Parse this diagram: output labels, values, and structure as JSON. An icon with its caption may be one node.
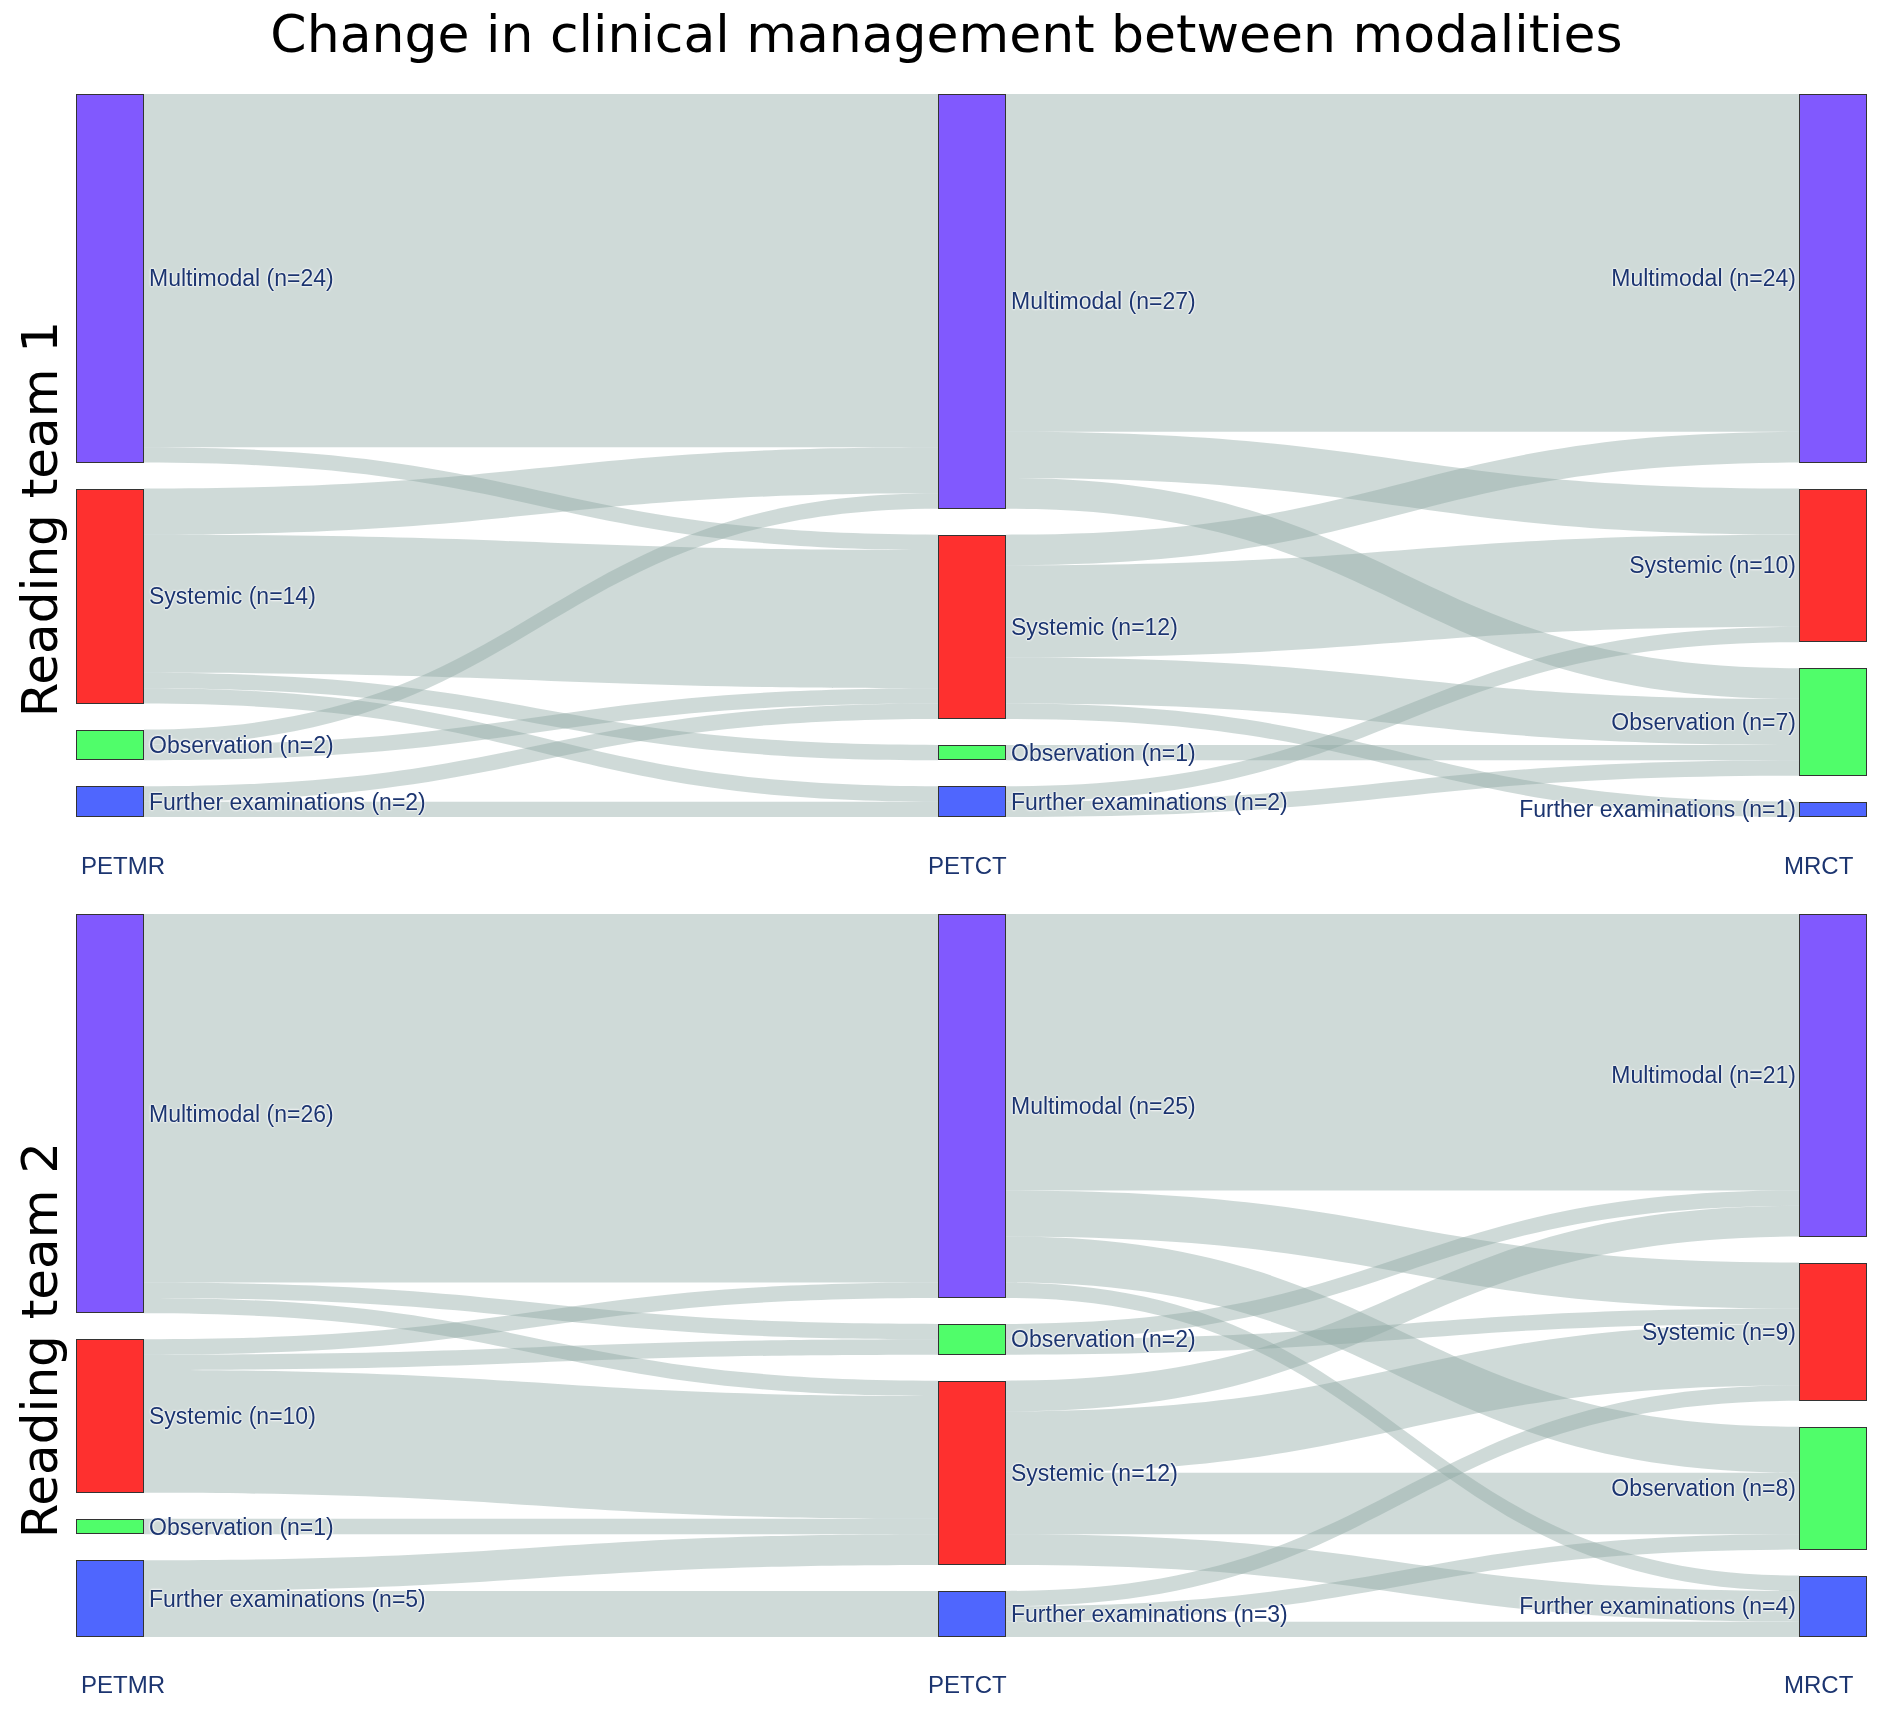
{
  "diagram": {
    "title": "Change in clinical management between modalities",
    "nodes": [
      {
        "text": [
          "Multimodal (n=24)"
        ]
      },
      {
        "text": [
          "Systemic (n=14)"
        ]
      },
      {
        "text": [
          "Observation (n=2)"
        ]
      },
      {
        "text": [
          "Further examinations (n=2)"
        ]
      },
      {
        "text": [
          "Multimodal (n=27)"
        ]
      },
      {
        "text": [
          "Systemic (n=12)"
        ]
      },
      {
        "text": [
          "Observation (n=1)"
        ]
      },
      {
        "text": [
          "Further examinations (n=2)"
        ]
      },
      {
        "text": [
          "Multimodal (n=24)"
        ]
      },
      {
        "text": [
          "Systemic (n=10)"
        ]
      },
      {
        "text": [
          "Observation (n=7)"
        ]
      },
      {
        "text": [
          "Further examinations (n=1)"
        ]
      },
      {
        "text": [
          "Multimodal (n=26)"
        ]
      },
      {
        "text": [
          "Systemic (n=10)"
        ]
      },
      {
        "text": [
          "Observation (n=1)"
        ]
      },
      {
        "text": [
          "Further examinations (n=5)"
        ]
      },
      {
        "text": [
          "Multimodal (n=25)"
        ]
      },
      {
        "text": [
          "Observation (n=2)"
        ]
      },
      {
        "text": [
          "Systemic (n=12)"
        ]
      },
      {
        "text": [
          "Further examinations (n=3)"
        ]
      },
      {
        "text": [
          "Multimodal (n=21)"
        ]
      },
      {
        "text": [
          "Systemic (n=9)"
        ]
      },
      {
        "text": [
          "Observation (n=8)"
        ]
      },
      {
        "text": [
          "Further examinations (n=4)"
        ]
      }
    ],
    "edges": [
      {
        "from": 0,
        "to": 4,
        "arrow": "none"
      },
      {
        "from": 0,
        "to": 5,
        "arrow": "none"
      },
      {
        "from": 1,
        "to": 4,
        "arrow": "none"
      },
      {
        "from": 1,
        "to": 5,
        "arrow": "none"
      },
      {
        "from": 1,
        "to": 6,
        "arrow": "none"
      },
      {
        "from": 1,
        "to": 7,
        "arrow": "none"
      },
      {
        "from": 2,
        "to": 4,
        "arrow": "none"
      },
      {
        "from": 2,
        "to": 5,
        "arrow": "none"
      },
      {
        "from": 3,
        "to": 5,
        "arrow": "none"
      },
      {
        "from": 3,
        "to": 7,
        "arrow": "none"
      },
      {
        "from": 4,
        "to": 8,
        "arrow": "none"
      },
      {
        "from": 4,
        "to": 9,
        "arrow": "none"
      },
      {
        "from": 4,
        "to": 10,
        "arrow": "none"
      },
      {
        "from": 5,
        "to": 8,
        "arrow": "none"
      },
      {
        "from": 5,
        "to": 9,
        "arrow": "none"
      },
      {
        "from": 5,
        "to": 10,
        "arrow": "none"
      },
      {
        "from": 5,
        "to": 11,
        "arrow": "none"
      },
      {
        "from": 6,
        "to": 10,
        "arrow": "none"
      },
      {
        "from": 7,
        "to": 9,
        "arrow": "none"
      },
      {
        "from": 7,
        "to": 10,
        "arrow": "none"
      },
      {
        "from": 12,
        "to": 16,
        "arrow": "none"
      },
      {
        "from": 12,
        "to": 17,
        "arrow": "none"
      },
      {
        "from": 12,
        "to": 18,
        "arrow": "none"
      },
      {
        "from": 13,
        "to": 16,
        "arrow": "none"
      },
      {
        "from": 13,
        "to": 17,
        "arrow": "none"
      },
      {
        "from": 13,
        "to": 18,
        "arrow": "none"
      },
      {
        "from": 14,
        "to": 18,
        "arrow": "none"
      },
      {
        "from": 15,
        "to": 18,
        "arrow": "none"
      },
      {
        "from": 15,
        "to": 19,
        "arrow": "none"
      },
      {
        "from": 16,
        "to": 20,
        "arrow": "none"
      },
      {
        "from": 16,
        "to": 21,
        "arrow": "none"
      },
      {
        "from": 16,
        "to": 22,
        "arrow": "none"
      },
      {
        "from": 16,
        "to": 23,
        "arrow": "none"
      },
      {
        "from": 17,
        "to": 20,
        "arrow": "none"
      },
      {
        "from": 17,
        "to": 21,
        "arrow": "none"
      },
      {
        "from": 18,
        "to": 20,
        "arrow": "none"
      },
      {
        "from": 18,
        "to": 21,
        "arrow": "none"
      },
      {
        "from": 18,
        "to": 22,
        "arrow": "none"
      },
      {
        "from": 18,
        "to": 23,
        "arrow": "none"
      },
      {
        "from": 19,
        "to": 21,
        "arrow": "none"
      },
      {
        "from": 19,
        "to": 22,
        "arrow": "none"
      },
      {
        "from": 19,
        "to": 23,
        "arrow": "none"
      }
    ],
    "labels": [
      "Reading team 1",
      "PETMR",
      "PETCT",
      "MRCT",
      "Reading team 2",
      "PETMR",
      "PETCT",
      "MRCT"
    ]
  }
}
